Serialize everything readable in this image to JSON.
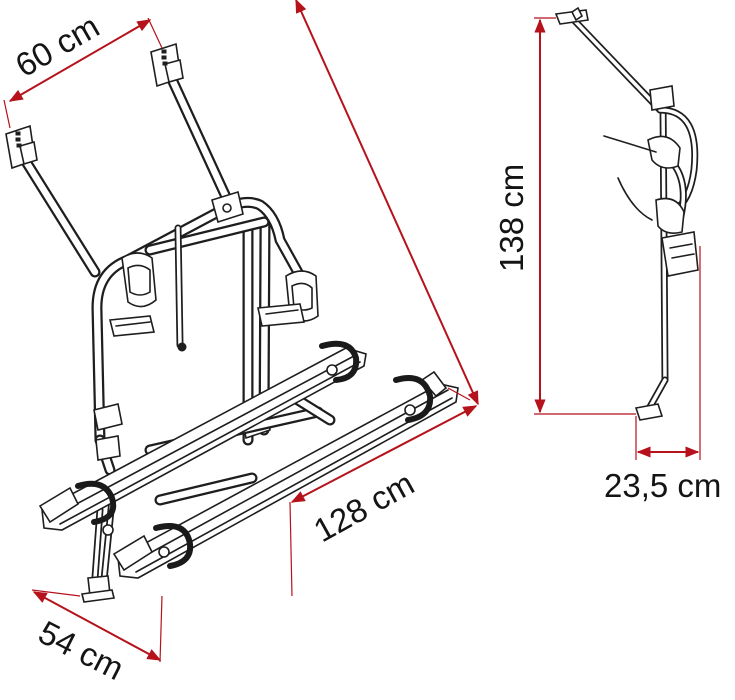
{
  "dimensions": {
    "width_top": "60 cm",
    "height": "138 cm",
    "length": "128 cm",
    "width_bottom": "54 cm",
    "depth": "23,5 cm"
  },
  "colors": {
    "dimension_line": "#b5121b",
    "drawing": "#1e1e1e"
  }
}
